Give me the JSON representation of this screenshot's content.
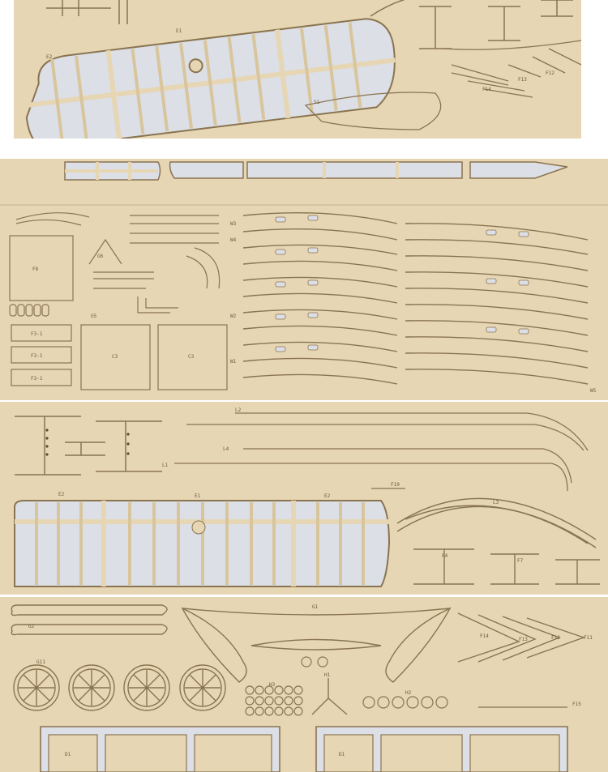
{
  "image": {
    "kind": "photo",
    "subject": "laser-cut plywood aircraft model kit parts sheets"
  },
  "colors": {
    "wood": "#e6d6b4",
    "wood_dark": "#d9c59c",
    "line": "#8a7450",
    "hole": "#dcdfe6",
    "background": "#ffffff"
  },
  "panel1": {
    "labels": {
      "e2": "E2",
      "e1": "E1",
      "s1": "S1",
      "f14": "F14",
      "f13": "F13",
      "f12": "F12"
    }
  },
  "panel2": {
    "labels": {
      "f8": "F8",
      "f3a": "F3-1",
      "f3b": "F3-1",
      "f3c": "F3-1",
      "c3a": "C3",
      "c3b": "C3",
      "g6": "G6",
      "g5": "G5",
      "w3": "W3",
      "w4": "W4",
      "w5": "W5",
      "w2": "W2",
      "w1": "W1"
    }
  },
  "panel3": {
    "labels": {
      "l2": "L2",
      "l1": "L1",
      "l4": "L4",
      "f10": "F10",
      "l3": "L3",
      "e2a": "E2",
      "e1": "E1",
      "e2b": "E2",
      "f4": "F4",
      "f7": "F7"
    }
  },
  "panel4": {
    "labels": {
      "g1": "G1",
      "g2": "G2",
      "g11": "G11",
      "f14": "F14",
      "f13": "F13",
      "f12": "F12",
      "f11": "F11",
      "f15": "F15",
      "h3": "H3",
      "h1": "H1",
      "h2": "H2",
      "d1": "D1",
      "d2": "D1"
    }
  }
}
